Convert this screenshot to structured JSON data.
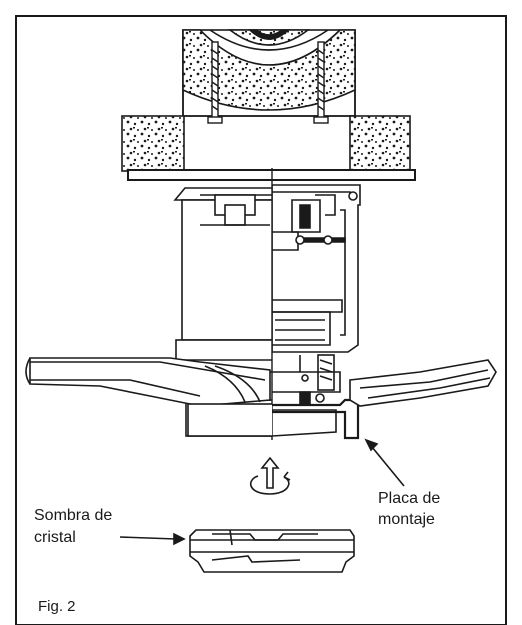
{
  "labels": {
    "mounting_plate": [
      "Placa de",
      "montaje"
    ],
    "glass_shade": [
      "Sombra de",
      "cristal"
    ],
    "figure": "Fig. 2"
  },
  "colors": {
    "line": "#1a1a1a",
    "background": "#ffffff"
  },
  "icons": {
    "rotation": "rotate-arrow-icon"
  }
}
